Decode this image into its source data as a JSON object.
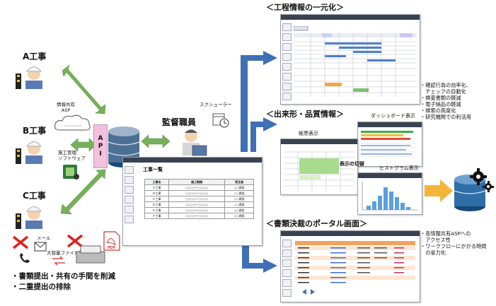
{
  "left": {
    "project_a": "A工事",
    "project_b": "B工事",
    "project_c": "C工事",
    "asp_label": "情報共有\nASP",
    "construction_sw": "施工管理\nソフトウェア",
    "api": "A\nP\nI",
    "supervisor": "監督職員",
    "scheduler": "スクシューラー",
    "mail": "メール",
    "big_file": "大容量ファイル転送",
    "pdf": "PDF",
    "bottom_1": "・書類提出・共有の手間を削減",
    "bottom_2": "・二重提出の排除"
  },
  "center_screen": {
    "title": "工事一覧",
    "header": [
      "工事名",
      "施工期間",
      "受注者"
    ],
    "rows": [
      [
        "Ａ工事",
        "○○○○〜○○○○",
        "○○建設"
      ],
      [
        "Ｂ工事",
        "○○○○〜○○○○",
        "○○建設"
      ],
      [
        "Ｃ工事",
        "○○○○〜○○○○",
        "○○建設"
      ],
      [
        "Ｄ工事",
        "○○○○〜○○○○",
        "○○建設"
      ],
      [
        "Ｅ工事",
        "○○○○〜○○○○",
        "○○建設"
      ],
      [
        "Ｆ工事",
        "○○○○〜○○○○",
        "○○建設"
      ]
    ]
  },
  "sections": {
    "s1": "＜工程情報の一元化＞",
    "s2": "＜出来形・品質情報＞",
    "s3": "＜書類決裁のポータル画面＞",
    "dashboard": "ダッシュボード表示",
    "form": "帳票表示",
    "switch": "表示の切替",
    "histogram": "ヒストグラム表示"
  },
  "right_bullets_1": [
    "・確認行為の効率化、",
    "　チェックの自動化",
    "・検査書類の軽減",
    "・電子納品の軽減",
    "・検索の高度化",
    "・研究機関での利活用"
  ],
  "right_bullets_2": [
    "・各情報共有ASPへの",
    "　アクセス性",
    "・ワークフローにかかる時間",
    "　の省力化"
  ],
  "colors": {
    "arrow_green": "#77b05a",
    "arrow_blue": "#3f6fb5",
    "api_pink": "#f2c1de",
    "db_blue": "#1f5f95",
    "gold": "#f3b43a",
    "red_x": "#e0201c"
  },
  "icons": [
    "worker-icon",
    "cloud-icon",
    "database-icon",
    "gear-icon",
    "mail-icon",
    "phone-icon",
    "pdf-icon",
    "printer-icon"
  ]
}
